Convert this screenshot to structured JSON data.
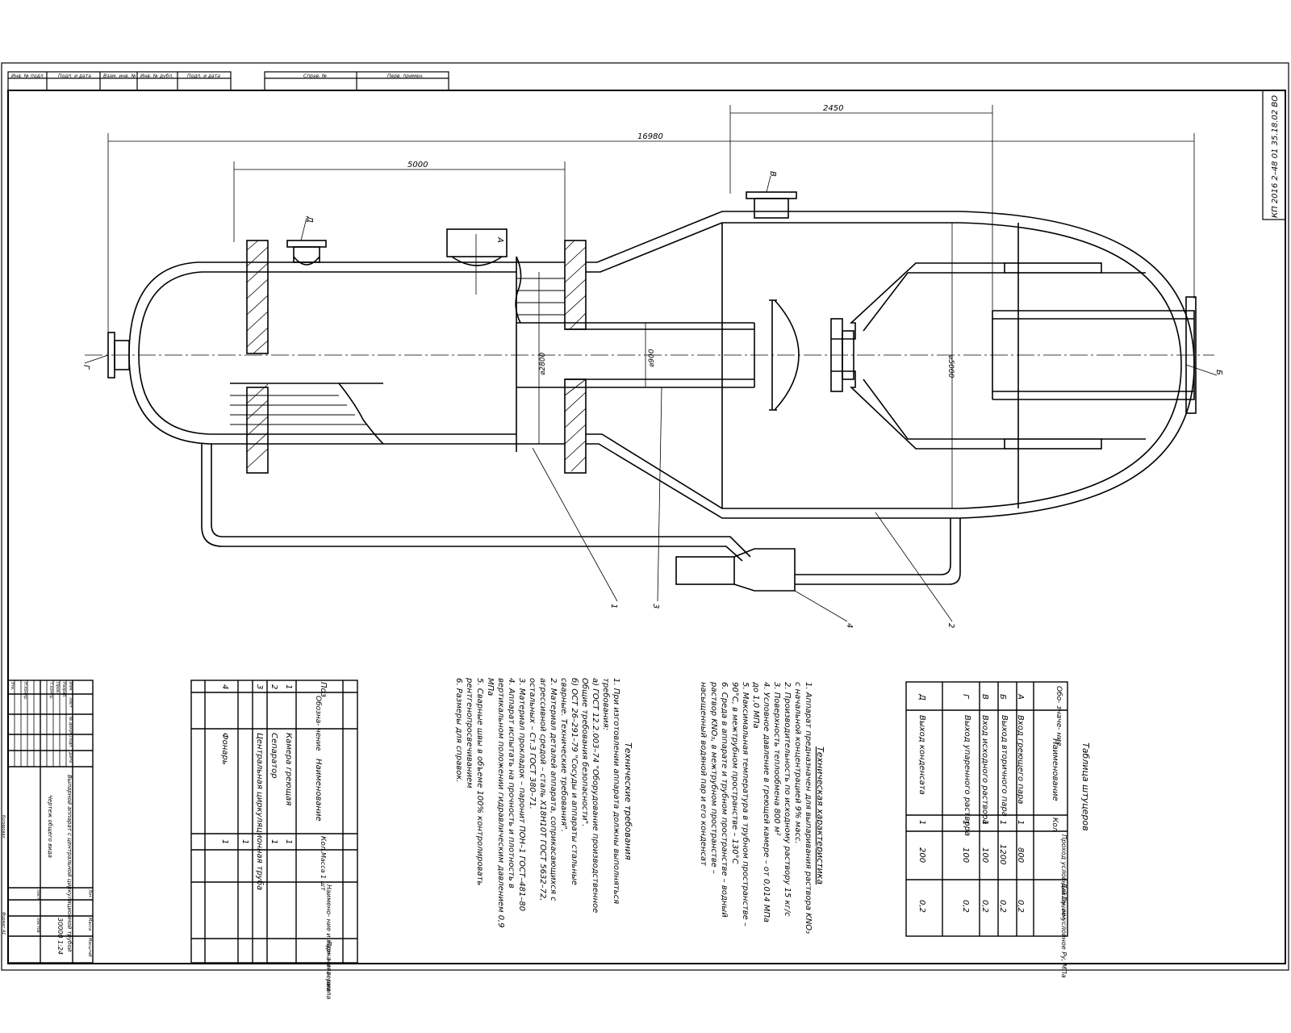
{
  "drawing": {
    "doc_code": "КП 2016 2–48 01 35.18.02 ВО",
    "top_stamp": [
      "Инв. № подл.",
      "Подп. и дата",
      "Взам. инв. №",
      "Инв. № дубл.",
      "Подп. и дата"
    ],
    "top_stamp2": [
      "Справ. №",
      "Перв. примен."
    ],
    "dims": {
      "overall": "16980",
      "left": "5000",
      "top_right": "2450",
      "d_small": "⌀2800",
      "d_pipe": "⌀900",
      "d_large": "⌀5000"
    },
    "nozzles": {
      "a": "А",
      "b": "Б",
      "v": "В",
      "g": "Г",
      "d": "Д"
    },
    "positions": [
      "1",
      "2",
      "3",
      "4"
    ]
  },
  "tech_char": {
    "title": "Техническая характеристика",
    "items": [
      "1. Аппарат предназначен для выпаривания раствора KNO₃",
      "с начальной концентрацией 9% масс.",
      "2. Производительность по исходному раствору 15 кг/с",
      "3. Поверхность теплообмена 800 м²",
      "4. Условное давление в греющей камере – от 0,014 МПа",
      "до 1,0 МПа",
      "5. Максимальная температура в трубном пространстве –",
      "90°С, в межтрубном пространстве – 130°С",
      "6. Среда в аппарате и трубном пространстве – водный",
      "раствор KNO₃, в межтрубном пространстве –",
      "насыщенный водяной пар и его конденсат"
    ]
  },
  "tech_req": {
    "title": "Технические требования",
    "items": [
      "1. При изготовлении аппарата должны выполняться",
      "требования:",
      "а) ГОСТ 12.2.003–74 \"Оборудование производственное",
      "Общие требования безопасности\".",
      "б) ОСТ 26–291–79 \"Сосуды и аппараты стальные",
      "сварные. Технические требования\".",
      "2. Материал деталей аппарата, соприкасающихся с",
      "агрессивной средой – сталь Х18Н10Т ГОСТ 5632–72,",
      "остальных – Ст.3 ГОСТ 380–71.",
      "3. Материал прокладок – паронит ПОН–1 ГОСТ–481–80",
      "4. Аппарат испытать на прочность и плотность в",
      "вертикальном положении гидравлическим давлением 0,9",
      "МПа",
      "5. Сварные швы в объеме 100% контролировать",
      "рентгенопросвечиванием",
      "6. Размеры для справок."
    ]
  },
  "nozzle_table": {
    "title": "Таблица штуцеров",
    "headers": [
      "Обо- значе- ние",
      "Наименование",
      "Кол",
      "Проход условный Dу, мм",
      "Давление условное Pу, МПа"
    ],
    "rows": [
      [
        "А",
        "Вход греющего пара",
        "1",
        "800",
        "0,2"
      ],
      [
        "Б",
        "Выход вторичного пара",
        "1",
        "1200",
        "0,2"
      ],
      [
        "В",
        "Вход исходного раствора",
        "1",
        "100",
        "0,2"
      ],
      [
        "Г",
        "Выход упаренного раствора",
        "1",
        "100",
        "0,2"
      ],
      [
        "Д",
        "Выход конденсата",
        "1",
        "200",
        "0,2"
      ]
    ]
  },
  "spec_table": {
    "headers": [
      "Поз",
      "Обозна- чение",
      "Наименование",
      "Кол.",
      "Масса 1 шт",
      "Наимено- ние и марка материала",
      "При- меча- ние"
    ],
    "rows": [
      [
        "1",
        "",
        "Камера греющая",
        "1",
        "",
        "",
        ""
      ],
      [
        "2",
        "",
        "Сепаратор",
        "1",
        "",
        "",
        ""
      ],
      [
        "3",
        "",
        "Центральная циркуляционная труба",
        "1",
        "",
        "",
        ""
      ],
      [
        "4",
        "",
        "Фонарь",
        "1",
        "",
        "",
        ""
      ]
    ]
  },
  "title_block": {
    "name": "Выпарной аппарат с центральной циркуляционной трубой",
    "subtitle": "Чертеж общего вида",
    "scale": "1:24",
    "mass": "30000",
    "lit_label": "Лит.",
    "mass_label": "Масса",
    "scale_label": "Масштаб",
    "sheet_label": "Лист",
    "sheets_label": "Листов",
    "roles": [
      "Изм.",
      "Разраб.",
      "Пров.",
      "Т.контр.",
      "Н.контр.",
      "Утв."
    ],
    "cols": [
      "Лист",
      "№ докум.",
      "Подп.",
      "Дата"
    ],
    "copy": "Копировал",
    "format": "Формат А1"
  }
}
